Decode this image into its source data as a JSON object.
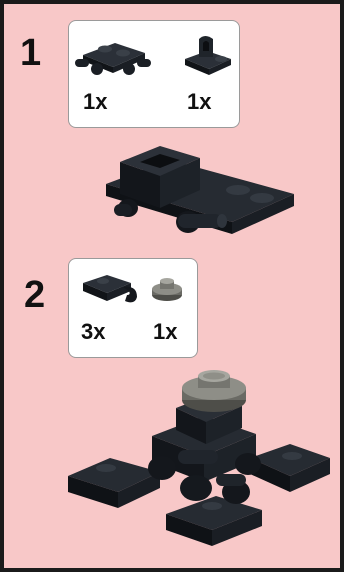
{
  "steps": [
    {
      "number": "1",
      "parts": [
        {
          "name": "plate-with-clips-bar",
          "quantity": "1x",
          "color": "#1e2228"
        },
        {
          "name": "plate-with-clip-vertical",
          "quantity": "1x",
          "color": "#1e2228"
        }
      ]
    },
    {
      "number": "2",
      "parts": [
        {
          "name": "plate-with-clip",
          "quantity": "3x",
          "color": "#1e2228"
        },
        {
          "name": "round-plate-dark-gray",
          "quantity": "1x",
          "color": "#6a6a64"
        }
      ]
    }
  ],
  "colors": {
    "background": "#f8c8c8",
    "frame": "#1b1b1b",
    "brick_black": "#1e2228",
    "brick_dark_gray": "#6a6a64",
    "callout_bg": "#ffffff"
  }
}
